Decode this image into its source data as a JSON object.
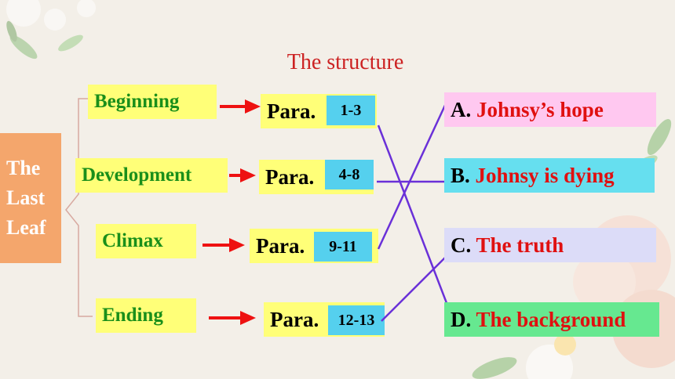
{
  "slide": {
    "title": "The structure",
    "topic_lines": [
      "The",
      "Last",
      "Leaf"
    ]
  },
  "stages": [
    {
      "label": "Beginning",
      "para_prefix": "Para.",
      "range": "1-3"
    },
    {
      "label": "Development",
      "para_prefix": "Para.",
      "range": "4-8"
    },
    {
      "label": "Climax",
      "para_prefix": "Para.",
      "range": "9-11"
    },
    {
      "label": "Ending",
      "para_prefix": "Para.",
      "range": "12-13"
    }
  ],
  "answers": [
    {
      "letter": "A.",
      "text": "Johnsy’s hope",
      "color": "#ffc8f0"
    },
    {
      "letter": "B.",
      "text": "Johnsy is dying",
      "color": "#66dfef"
    },
    {
      "letter": "C.",
      "text": "The truth",
      "color": "#dcdcf8"
    },
    {
      "letter": "D.",
      "text": "The background",
      "color": "#66e890"
    }
  ],
  "colors": {
    "arrow": "#ee1111",
    "connector": "#6a30d8",
    "bracket": "#d8a9a0"
  }
}
